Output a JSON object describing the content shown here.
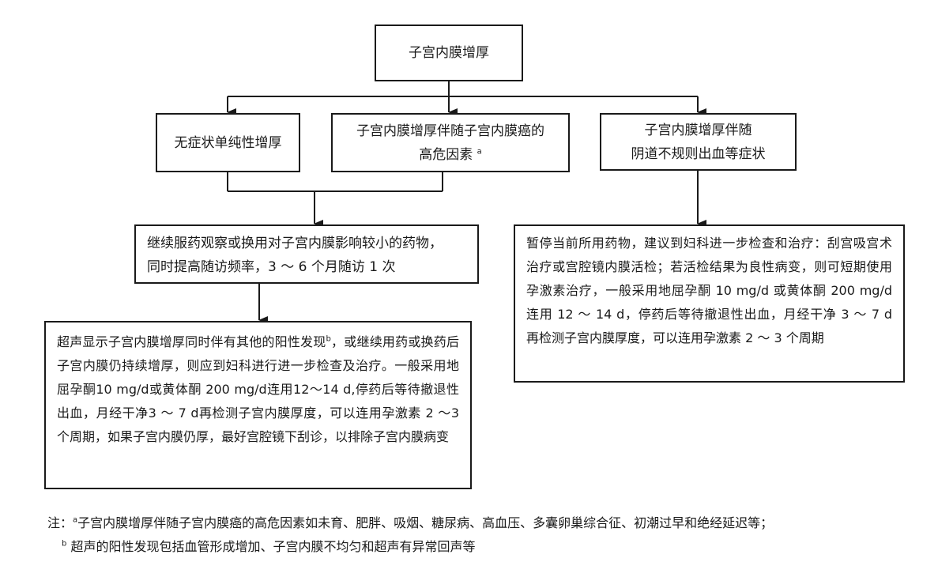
{
  "root": {
    "label": "子宫内膜增厚"
  },
  "branches": [
    {
      "label": "无症状单纯性增厚"
    },
    {
      "line1": "子宫内膜增厚伴随子宫内膜癌的",
      "line2": "高危因素",
      "sup": "a"
    },
    {
      "line1": "子宫内膜增厚伴随",
      "line2": "阴道不规则出血等症状"
    }
  ],
  "continue_box": {
    "line1": "继续服药观察或换用对子宫内膜影响较小的药物，",
    "line2": "同时提高随访频率，3 ～ 6 个月随访 1 次"
  },
  "followup_box": {
    "text_a": "超声显示子宫内膜增厚同时伴有其他的阳性发现",
    "sup": "b",
    "text_b": "，或继续用药或换药后子宫内膜仍持续增厚，则应到妇科进行进一步检查及治疗。一般采用地屈孕酮10 mg/d或黄体酮 200 mg/d连用12～14 d,停药后等待撤退性出血，月经干净3 ～ 7 d再检测子宫内膜厚度，可以连用孕激素 2 ～3 个周期，如果子宫内膜仍厚，最好宫腔镜下刮诊，以排除子宫内膜病变"
  },
  "stop_box": {
    "text": "暂停当前所用药物，建议到妇科进一步检查和治疗：刮宫吸宫术治疗或宫腔镜内膜活检；若活检结果为良性病变，则可短期使用孕激素治疗，一般采用地屈孕酮 10 mg/d 或黄体酮 200 mg/d 连用 12 ～ 14 d，停药后等待撤退性出血，月经干净 3 ～ 7 d 再检测子宫内膜厚度，可以连用孕激素 2 ～ 3 个周期"
  },
  "notes": {
    "prefix": "注：",
    "a_mark": "a",
    "a_text": "子宫内膜增厚伴随子宫内膜癌的高危因素如未育、肥胖、吸烟、糖尿病、高血压、多囊卵巢综合征、初潮过早和绝经延迟等；",
    "b_mark": "b",
    "b_text": "超声的阳性发现包括血管形成增加、子宫内膜不均匀和超声有异常回声等"
  }
}
